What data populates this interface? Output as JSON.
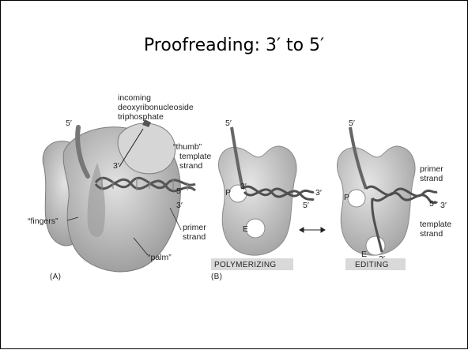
{
  "slide": {
    "title": "Proofreading: 3′ to 5′"
  },
  "panel_a": {
    "tag": "(A)",
    "labels": {
      "five_prime": "5′",
      "incoming_1": "incoming",
      "incoming_2": "deoxyribonucleoside",
      "incoming_3": "triphosphate",
      "thumb": "“thumb”",
      "template_1": "template",
      "template_2": "strand",
      "fingers": "“fingers”",
      "palm": "“palm”",
      "primer_1": "primer",
      "primer_2": "strand",
      "three_prime_a": "3′",
      "five_prime_b": "5′",
      "three_prime_b": "3′"
    }
  },
  "panel_b": {
    "tag": "(B)",
    "polymerizing_label": "POLYMERIZING",
    "editing_label": "EDITING",
    "labels": {
      "five_prime_left": "5′",
      "p_left": "P",
      "e_left": "E",
      "three_prime_left_inner": "3′",
      "three_prime_left_end": "3′",
      "five_prime_left_end": "5′",
      "five_prime_right": "5′",
      "p_right": "P",
      "e_right": "E",
      "three_prime_right_inner": "3′",
      "primer_1": "primer",
      "primer_2": "strand",
      "template_1": "template",
      "template_2": "strand",
      "five_prime_right_end": "5′",
      "three_prime_right_end": "3′"
    }
  },
  "colors": {
    "protein": "#c9c9c9",
    "protein_dark": "#8f8f8f",
    "strand": "#555555",
    "tag_bg": "#d9d9d9"
  }
}
